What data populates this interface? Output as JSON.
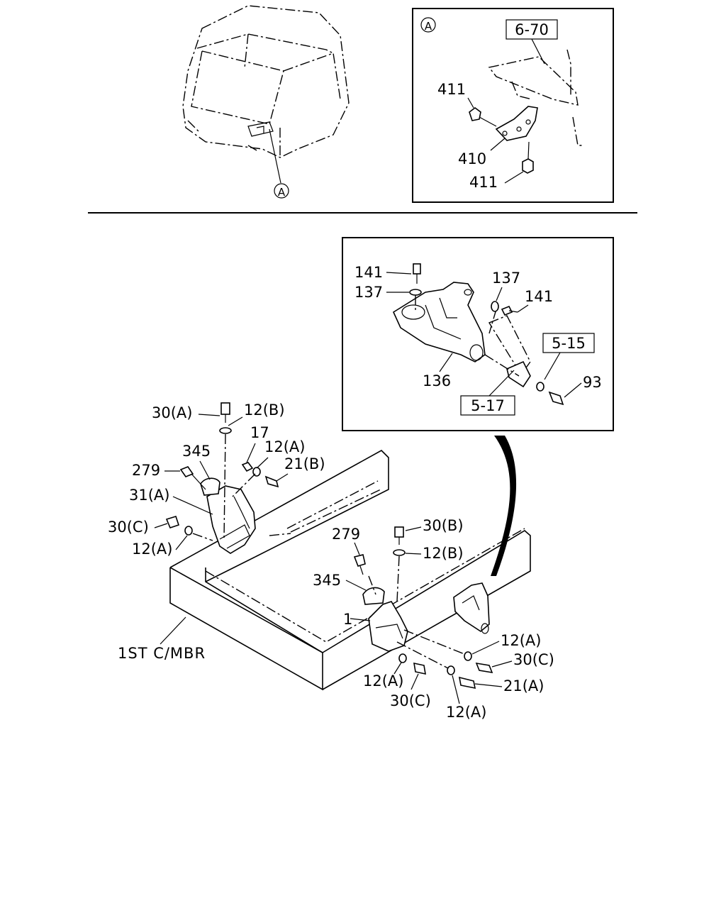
{
  "inset_a": {
    "marker": "A",
    "ref_box": "6-70",
    "labels": {
      "l411_top": "411",
      "l410": "410",
      "l411_bottom": "411"
    }
  },
  "cab_marker": "A",
  "inset_b": {
    "labels": {
      "l141_left": "141",
      "l137_left": "137",
      "l137_right": "137",
      "l141_right": "141",
      "l136": "136",
      "l93": "93"
    },
    "ref_box_top": "5-15",
    "ref_box_bottom": "5-17"
  },
  "left_mount": {
    "labels": {
      "l30A": "30(A)",
      "l12B": "12(B)",
      "l17": "17",
      "l345": "345",
      "l12A_top": "12(A)",
      "l279": "279",
      "l21B": "21(B)",
      "l31A": "31(A)",
      "l30C": "30(C)",
      "l12A_bottom": "12(A)"
    }
  },
  "right_mount": {
    "labels": {
      "l279": "279",
      "l30B": "30(B)",
      "l12B": "12(B)",
      "l345": "345",
      "l1": "1",
      "l12A_right": "12(A)",
      "l30C_right": "30(C)",
      "l21A": "21(A)",
      "l12A_left": "12(A)",
      "l30C_left": "30(C)",
      "l12A_bottom": "12(A)"
    }
  },
  "crossmember_label": "1ST C/MBR"
}
